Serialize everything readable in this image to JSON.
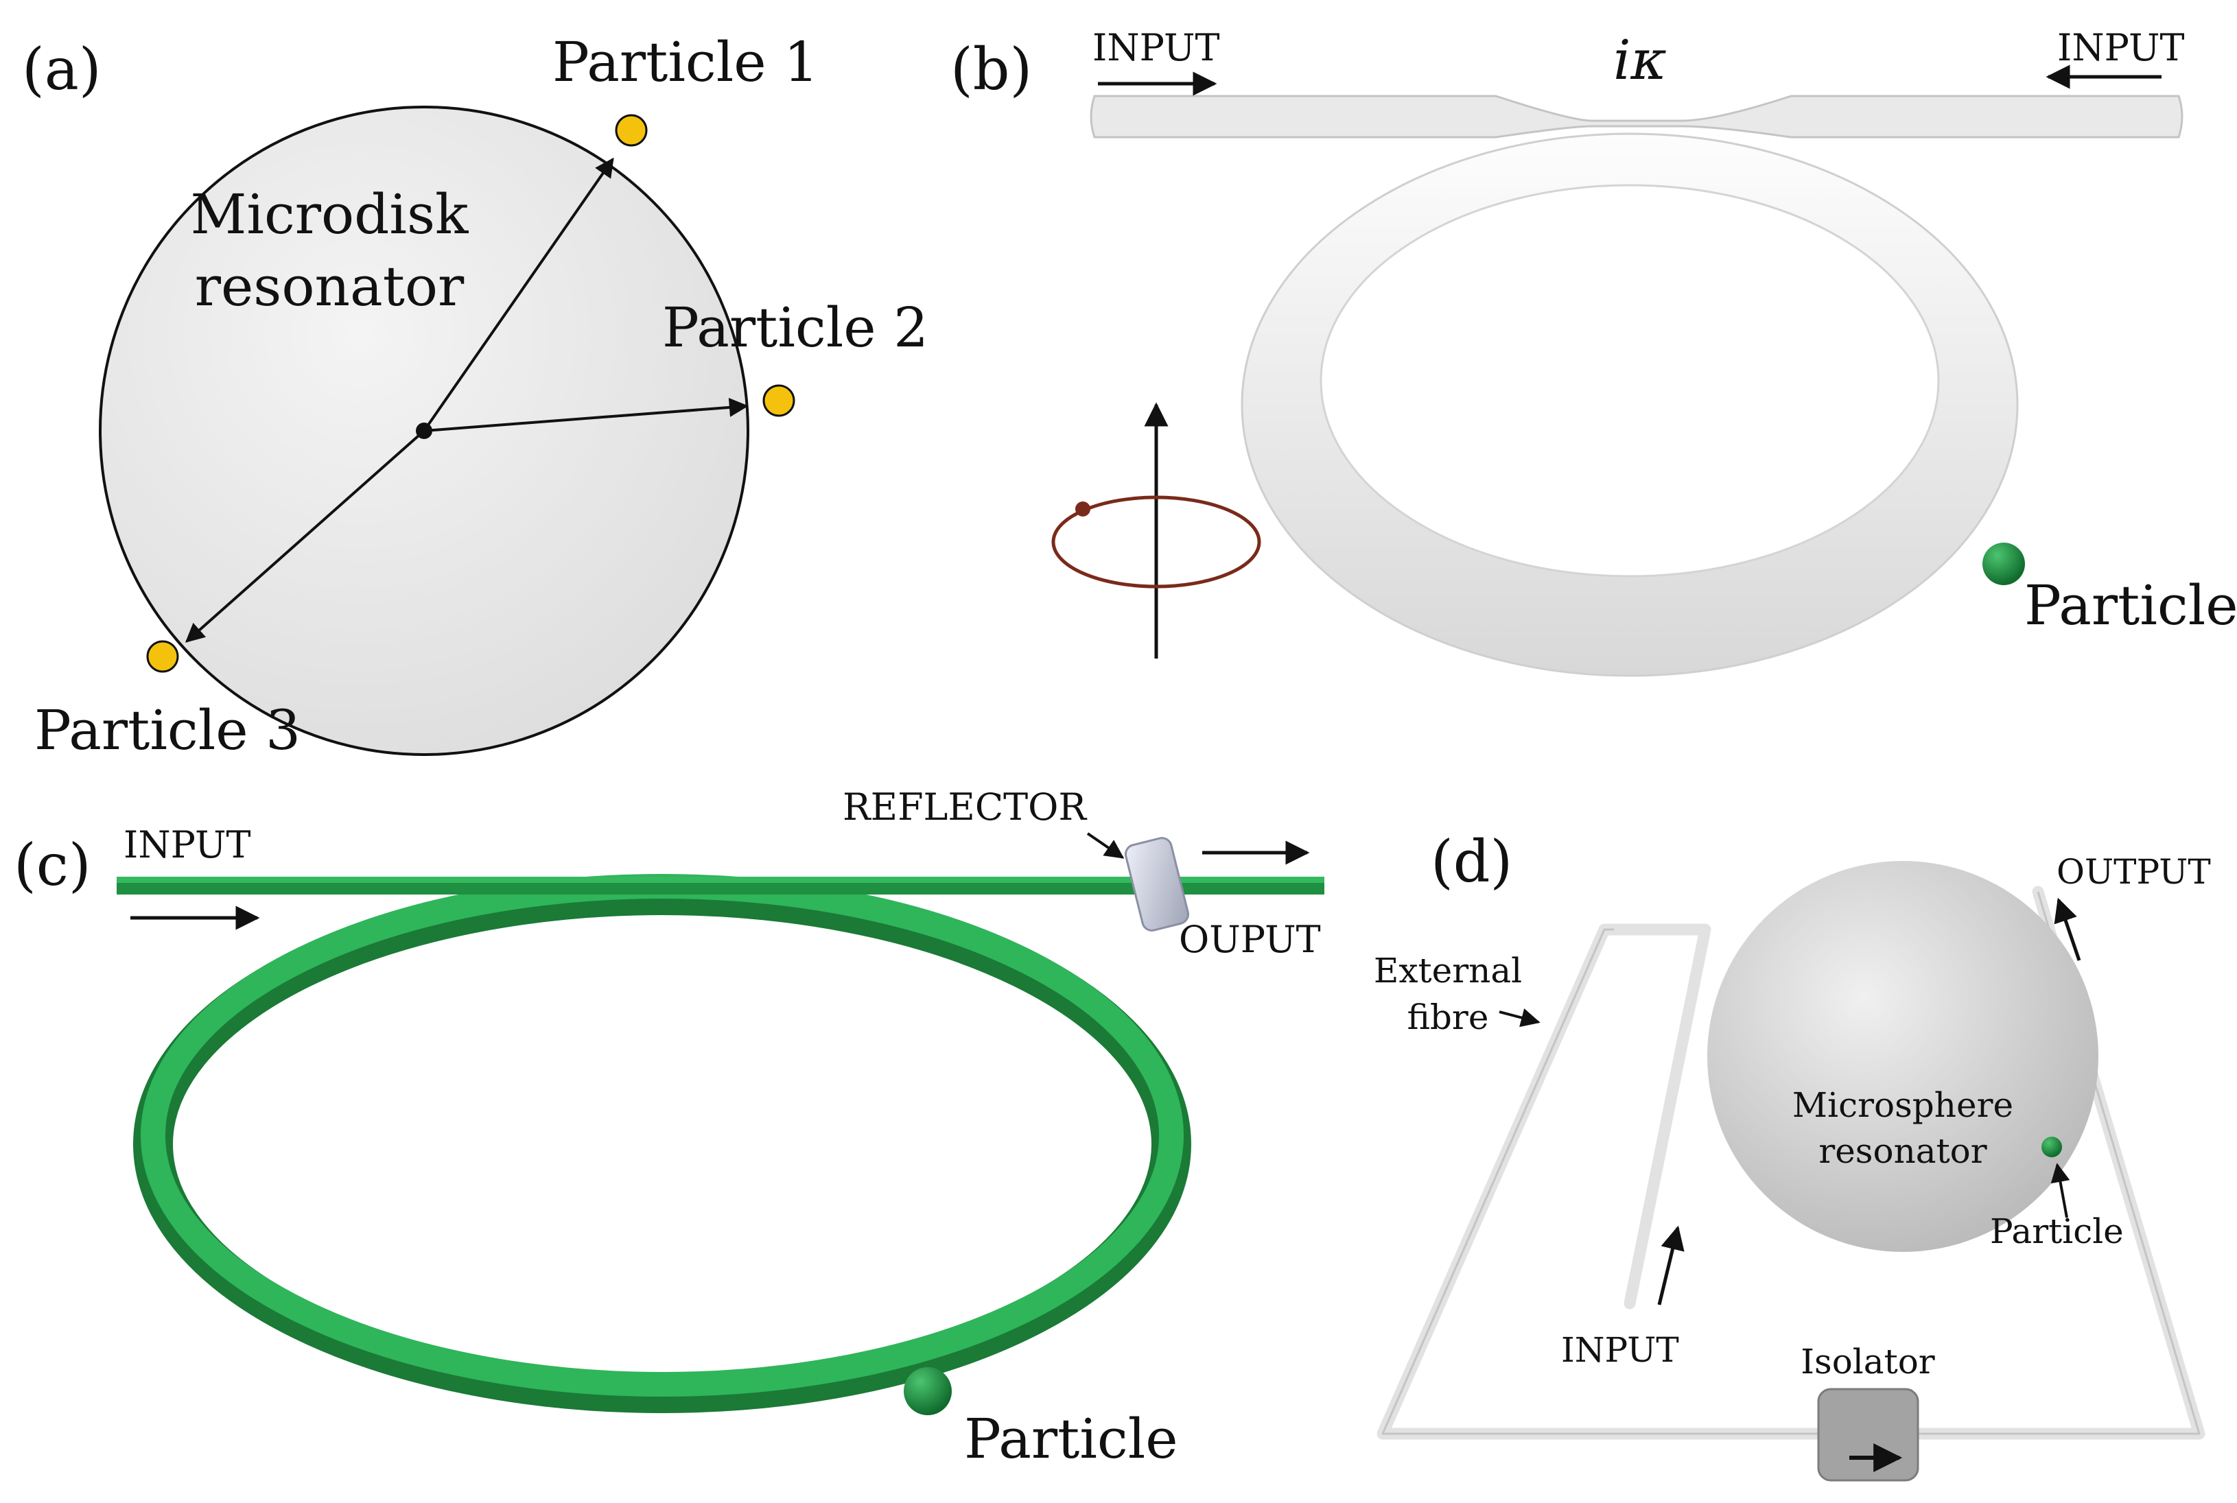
{
  "panels": {
    "a": {
      "tag": "(a)",
      "resonator_line1": "Microdisk",
      "resonator_line2": "resonator",
      "particle_1": "Particle 1",
      "particle_2": "Particle 2",
      "particle_3": "Particle 3"
    },
    "b": {
      "tag": "(b)",
      "input_left": "INPUT",
      "input_right": "INPUT",
      "coupling_symbol": "iκ",
      "particle": "Particle"
    },
    "c": {
      "tag": "(c)",
      "input": "INPUT",
      "reflector": "REFLECTOR",
      "output": "OUPUT",
      "particle": "Particle"
    },
    "d": {
      "tag": "(d)",
      "output": "OUTPUT",
      "fibre_line1": "External",
      "fibre_line2": "fibre",
      "resonator_line1": "Microsphere",
      "resonator_line2": "resonator",
      "particle": "Particle",
      "input": "INPUT",
      "isolator": "Isolator"
    }
  },
  "colors": {
    "particle_yellow": "#f4c20d",
    "ring_green": "#22a04a",
    "ring_green_dark": "#1a7a36",
    "resonator_gray": "#e6e6e6",
    "rotation_arrow": "#7a2a1a"
  },
  "icons": {
    "arrow": "arrow-icon",
    "rotation": "rotation-arrow-icon"
  }
}
